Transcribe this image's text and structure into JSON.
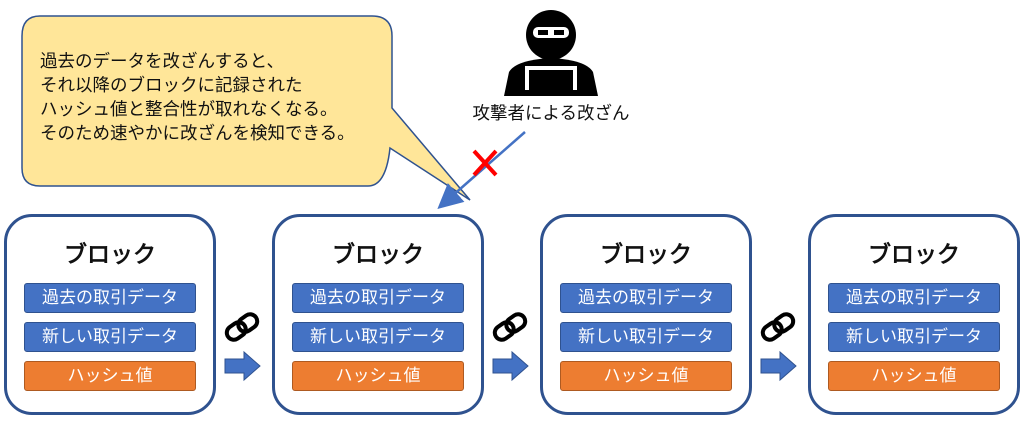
{
  "speech_bubble": {
    "lines": [
      "過去のデータを改ざんすると、",
      "それ以降のブロックに記録された",
      "ハッシュ値と整合性が取れなくなる。",
      "そのため速やかに改ざんを検知できる。"
    ],
    "fill_color": "#ffe699"
  },
  "attacker": {
    "label": "攻撃者による改ざん",
    "icon": "hacker-icon"
  },
  "blocks": [
    {
      "title": "ブロック",
      "past_data": "過去の取引データ",
      "new_data": "新しい取引データ",
      "hash": "ハッシュ値"
    },
    {
      "title": "ブロック",
      "past_data": "過去の取引データ",
      "new_data": "新しい取引データ",
      "hash": "ハッシュ値"
    },
    {
      "title": "ブロック",
      "past_data": "過去の取引データ",
      "new_data": "新しい取引データ",
      "hash": "ハッシュ値"
    },
    {
      "title": "ブロック",
      "past_data": "過去の取引データ",
      "new_data": "新しい取引データ",
      "hash": "ハッシュ値"
    }
  ],
  "colors": {
    "block_border": "#2f528f",
    "data_row": "#4472c4",
    "hash_row": "#ed7d31",
    "arrow": "#4472c4",
    "cross": "#ff0000"
  }
}
